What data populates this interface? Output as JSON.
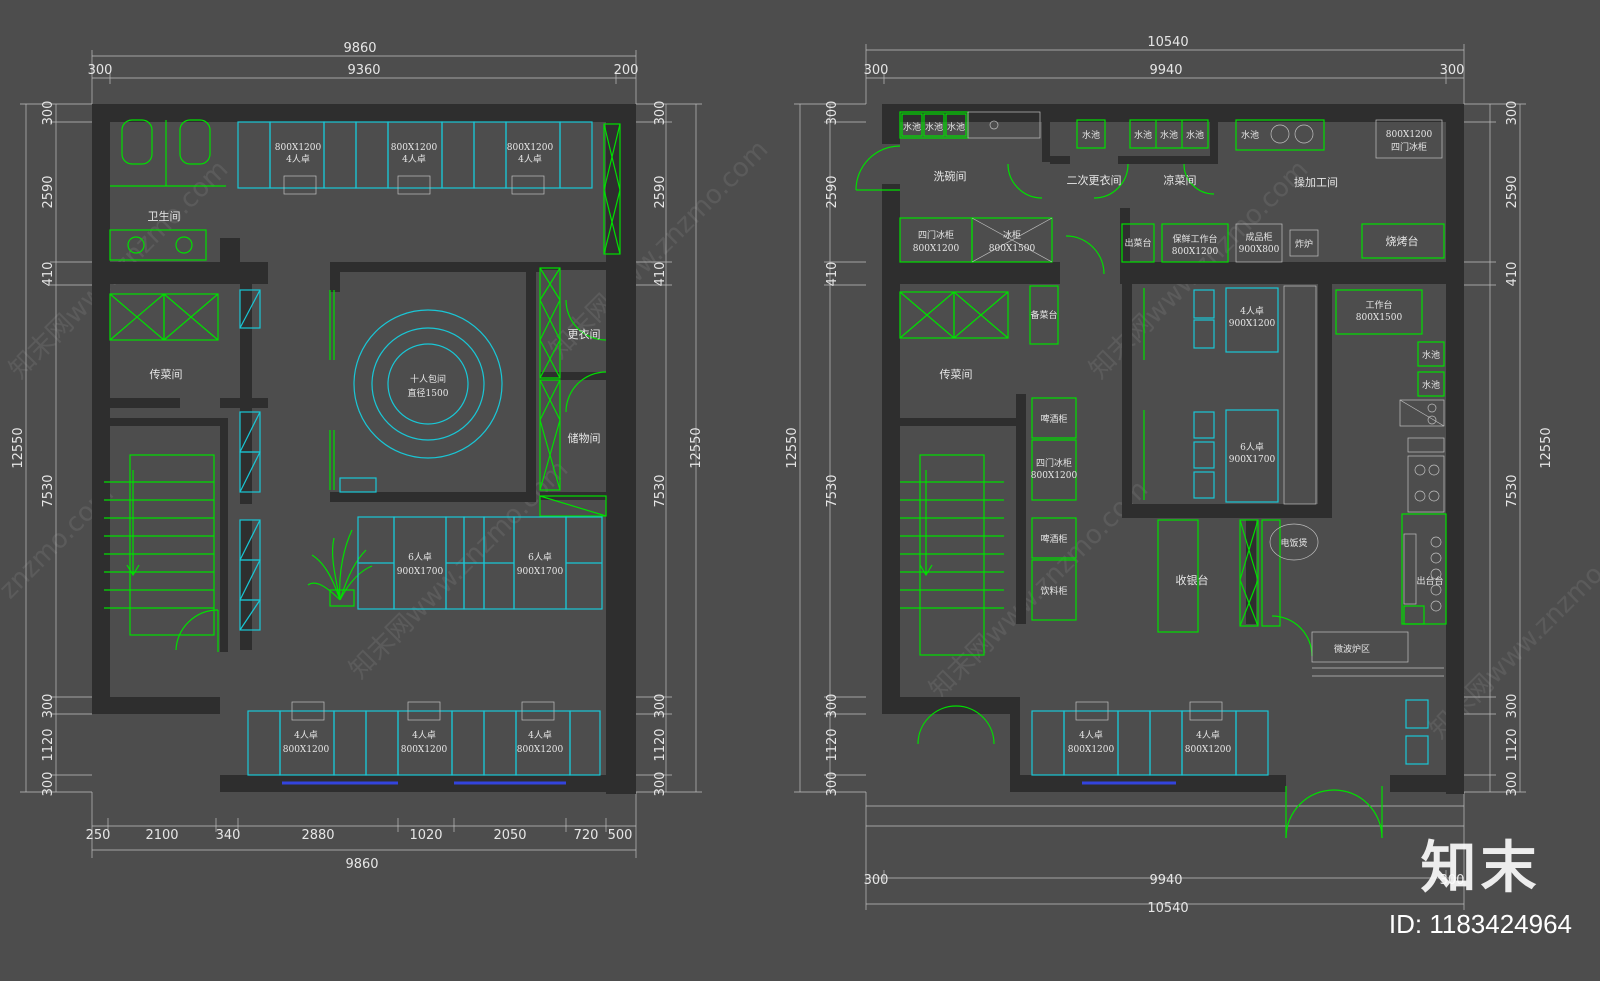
{
  "left_plan": {
    "dims_top_total": "9860",
    "dims_top": [
      "300",
      "9360",
      "200"
    ],
    "dims_side": [
      "300",
      "2590",
      "410",
      "7530",
      "300",
      "1120",
      "300"
    ],
    "dims_height": "12550",
    "dims_bottom": [
      "250",
      "2100",
      "340",
      "2880",
      "1020",
      "2050",
      "720",
      "500"
    ],
    "dims_bottom_total": "9860",
    "rooms": {
      "toilet": "卫生间",
      "serving": "传菜间",
      "changing": "更衣间",
      "storage": "储物间"
    },
    "tables": {
      "top_label_size": "800X1200",
      "top_label_seats": "4人卓",
      "round_title": "十人包间",
      "round_size": "直径1500",
      "six_seats": "6人卓",
      "six_size": "900X1700",
      "bottom_seats": "4人卓",
      "bottom_size": "800X1200"
    }
  },
  "right_plan": {
    "dims_top_total": "10540",
    "dims_top": [
      "300",
      "9940",
      "300"
    ],
    "dims_side": [
      "300",
      "2590",
      "410",
      "7530",
      "300",
      "1120",
      "300"
    ],
    "dims_height": "12550",
    "dims_bottom": [
      "300",
      "9940",
      "300"
    ],
    "dims_bottom_total": "10540",
    "rooms": {
      "dish_wash": "洗碗间",
      "second_change": "二次更衣间",
      "cold_dish": "凉菜间",
      "processing": "操加工间",
      "serving": "传菜间",
      "cashier": "收银台"
    },
    "equipment": {
      "sink": "水池",
      "fridge4_top": "800X1200",
      "fridge4_top_name": "四门冰柜",
      "fridge4": "四门冰柜",
      "fridge4_size": "800X1200",
      "freezer": "冰柜",
      "freezer_size": "800X1500",
      "pass_table": "出菜台",
      "fresh_table": "保鲜工作台",
      "fresh_table_size": "800X1200",
      "rack": "成品柜",
      "rack_size": "900X800",
      "fryer": "炸炉",
      "grill": "烧烤台",
      "prep": "备菜台",
      "worktable": "工作台",
      "worktable_size": "800X1500",
      "beer": "啤酒柜",
      "beverage": "饮料柜",
      "rice_cooker": "电饭煲",
      "counter": "出台台",
      "microwave": "微波炉区"
    },
    "tables": {
      "four_seats": "4人卓",
      "four_size": "900X1200",
      "six_seats": "6人卓",
      "six_size": "900X1700",
      "bottom_seats": "4人卓",
      "bottom_size": "800X1200"
    }
  },
  "watermarks": [
    "知末网www.znzmo.com",
    "znzmo.com"
  ],
  "brand": {
    "logo": "知末",
    "id_text": "ID: 1183424964"
  },
  "colors": {
    "background": "#4d4d4d",
    "wall": "#2e2e2e",
    "furniture_green": "#00e000",
    "furniture_cyan": "#19c7d6",
    "dimension_line": "#bfbfbf"
  }
}
